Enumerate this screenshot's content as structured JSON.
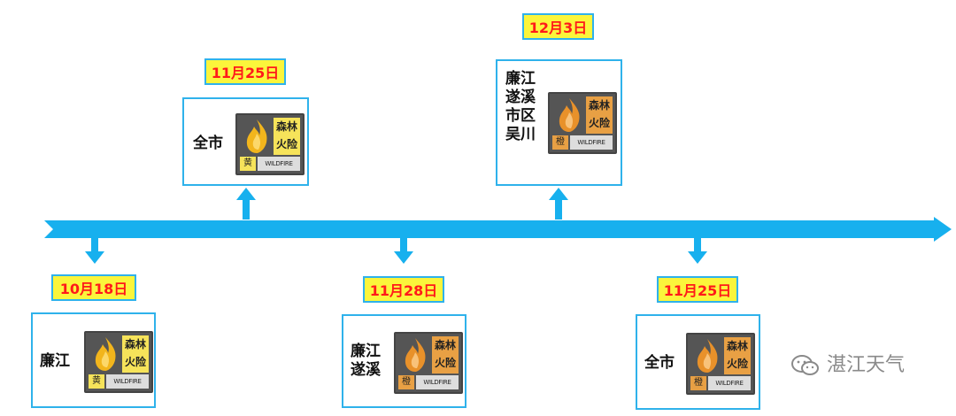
{
  "events": [
    {
      "date": "10月18日",
      "regions": [
        "廉江"
      ],
      "warning": {
        "title_1": "森林",
        "title_2": "火险",
        "level": "黄",
        "en": "WILDFIRE",
        "color": "#f6e35a"
      }
    },
    {
      "date": "11月25日",
      "regions": [
        "全市"
      ],
      "warning": {
        "title_1": "森林",
        "title_2": "火险",
        "level": "黄",
        "en": "WILDFIRE",
        "color": "#f6e35a"
      }
    },
    {
      "date": "11月28日",
      "regions": [
        "廉江",
        "遂溪"
      ],
      "warning": {
        "title_1": "森林",
        "title_2": "火险",
        "level": "橙",
        "en": "WILDFIRE",
        "color": "#e8a044"
      }
    },
    {
      "date": "12月3日",
      "regions": [
        "廉江",
        "遂溪",
        "市区",
        "吴川"
      ],
      "warning": {
        "title_1": "森林",
        "title_2": "火险",
        "level": "橙",
        "en": "WILDFIRE",
        "color": "#e8a044"
      }
    },
    {
      "date": "11月25日",
      "regions": [
        "全市"
      ],
      "warning": {
        "title_1": "森林",
        "title_2": "火险",
        "level": "橙",
        "en": "WILDFIRE",
        "color": "#e8a044"
      }
    }
  ],
  "watermark": "湛江天气",
  "colors": {
    "timeline": "#17b0ee",
    "date_bg": "#fbf53b",
    "date_text": "#ff1a1a",
    "border": "#2fb2eb"
  }
}
